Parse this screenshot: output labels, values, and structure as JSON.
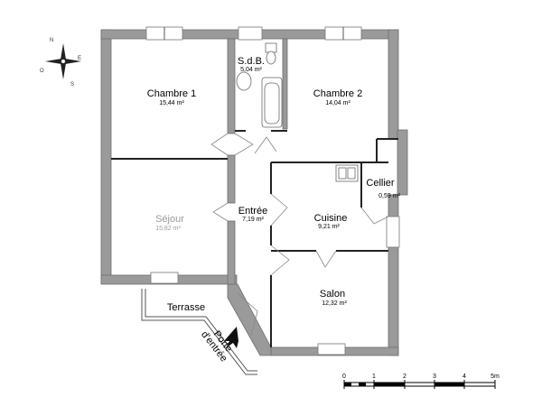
{
  "rooms": {
    "chambre1": {
      "name": "Chambre 1",
      "area": "15,44 m²"
    },
    "sdb": {
      "name": "S.d.B.",
      "area": "5,04 m²"
    },
    "chambre2": {
      "name": "Chambre 2",
      "area": "14,04 m²"
    },
    "cellier": {
      "name": "Cellier",
      "area": "0,59 m²"
    },
    "sejour": {
      "name": "Séjour",
      "area": "15,82 m²"
    },
    "entree": {
      "name": "Entrée",
      "area": "7,19 m²"
    },
    "cuisine": {
      "name": "Cuisine",
      "area": "9,21 m²"
    },
    "salon": {
      "name": "Salon",
      "area": "12,32 m²"
    },
    "terrasse": {
      "name": "Terrasse"
    }
  },
  "entrance": {
    "line1": "Porte",
    "line2": "d'entrée"
  },
  "compass": {
    "n": "N",
    "e": "E",
    "s": "S",
    "o": "O"
  },
  "scale": {
    "ticks": [
      "0",
      "1",
      "2",
      "3",
      "4",
      "5m"
    ]
  }
}
